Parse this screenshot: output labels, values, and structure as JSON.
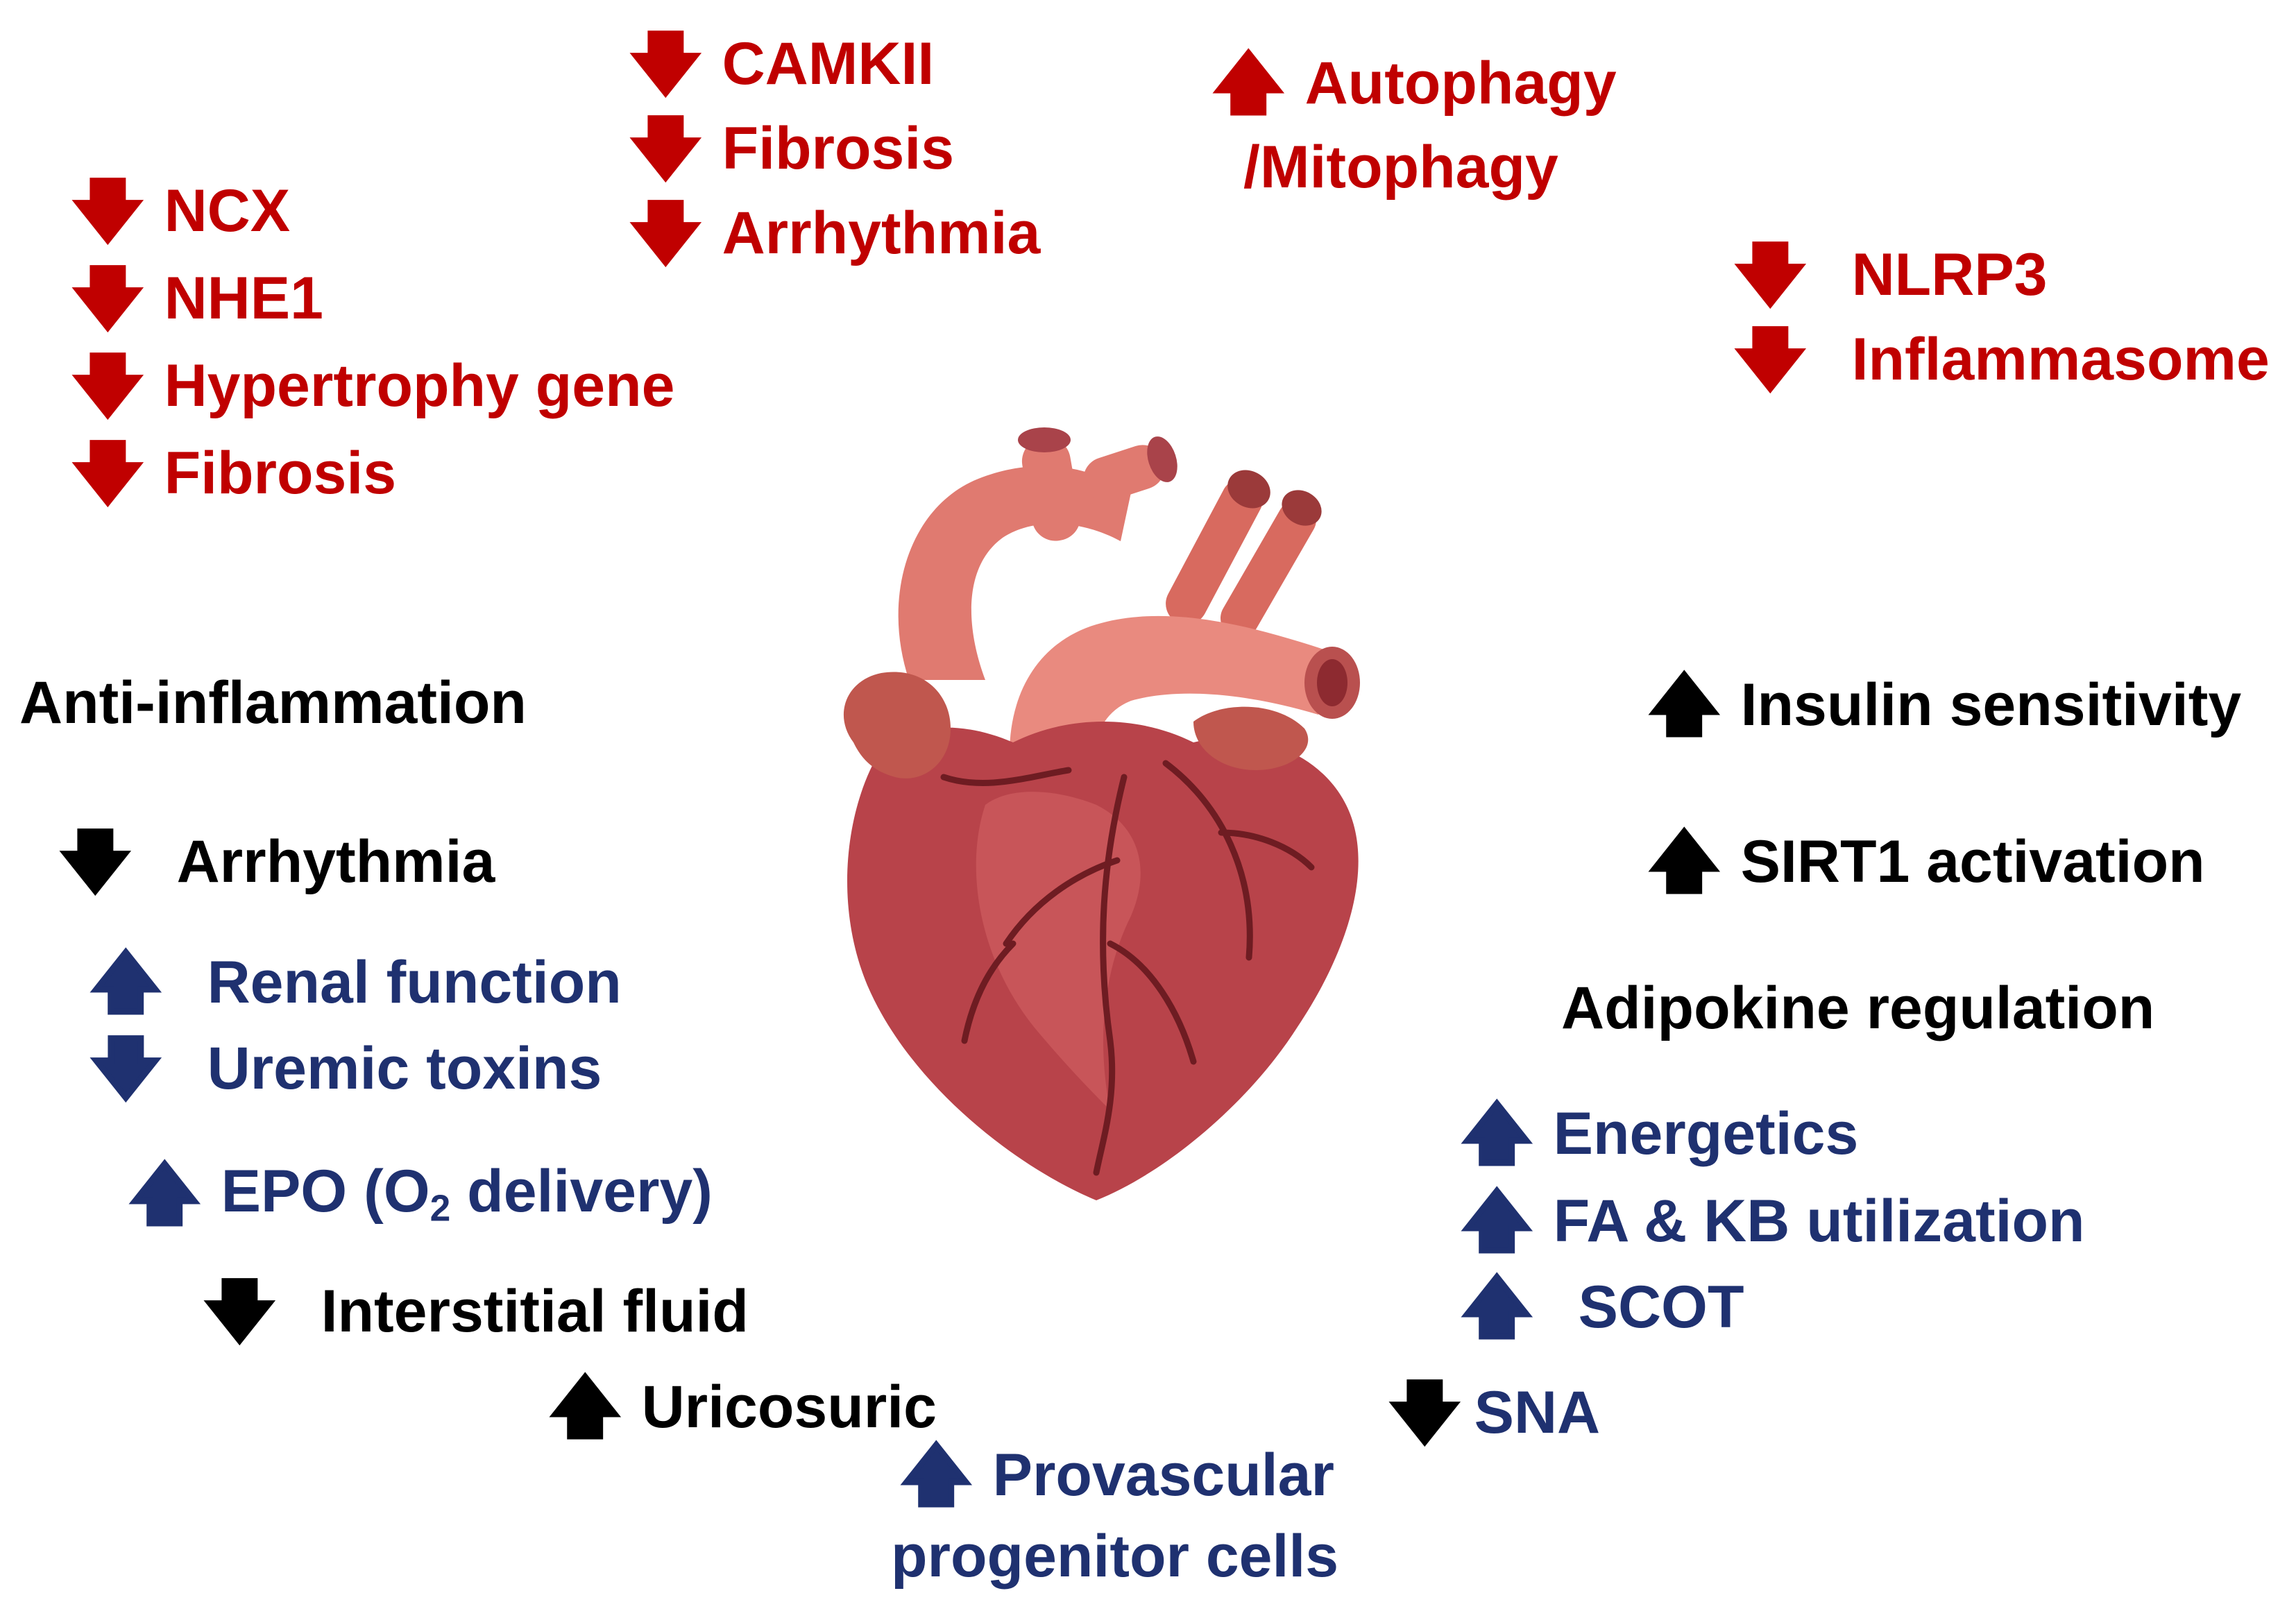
{
  "colors": {
    "red": "#c00000",
    "black": "#000000",
    "blue": "#1f3170",
    "heart_main": "#b8434a",
    "heart_dark": "#8d2a30",
    "heart_light": "#e07a70"
  },
  "top_left": [
    {
      "dir": "down",
      "text": "NCX"
    },
    {
      "dir": "down",
      "text": "NHE1"
    },
    {
      "dir": "down",
      "text": "Hypertrophy gene"
    },
    {
      "dir": "down",
      "text": "Fibrosis"
    }
  ],
  "top_center": [
    {
      "dir": "down",
      "text": "CAMKII"
    },
    {
      "dir": "down",
      "text": "Fibrosis"
    },
    {
      "dir": "down",
      "text": "Arrhythmia"
    }
  ],
  "top_right_autophagy": {
    "dir": "up",
    "line1": "Autophagy",
    "line2": "/Mitophagy"
  },
  "top_right_nlrp3": [
    {
      "dir": "down",
      "text": "NLRP3"
    },
    {
      "dir": "down",
      "text": "Inflammasome"
    }
  ],
  "left": {
    "anti_inflammation": "Anti-inflammation",
    "arrhythmia": {
      "dir": "down",
      "text": "Arrhythmia"
    },
    "renal_function": {
      "dir": "up",
      "text": "Renal function"
    },
    "uremic_toxins": {
      "dir": "down",
      "text": "Uremic toxins"
    },
    "epo": {
      "dir": "up",
      "text_pre": "EPO (O",
      "text_sub": "2",
      "text_post": " delivery)"
    },
    "interstitial_fluid": {
      "dir": "down",
      "text": "Interstitial fluid"
    },
    "uricosuric": {
      "dir": "up",
      "text": "Uricosuric"
    }
  },
  "bottom": {
    "dir": "up",
    "line1": "Provascular",
    "line2": "progenitor cells"
  },
  "right": {
    "insulin": {
      "dir": "up",
      "text": "Insulin sensitivity"
    },
    "sirt1": {
      "dir": "up",
      "text": "SIRT1 activation"
    },
    "adipokine": "Adipokine regulation",
    "energetics": {
      "dir": "up",
      "text": "Energetics"
    },
    "fa_kb": {
      "dir": "up",
      "text": "FA & KB utilization"
    },
    "scot": {
      "dir": "up",
      "text": "SCOT"
    },
    "sna": {
      "dir": "down",
      "text": "SNA"
    }
  },
  "glyphs": {
    "up": "🡅",
    "down": "🡇"
  }
}
